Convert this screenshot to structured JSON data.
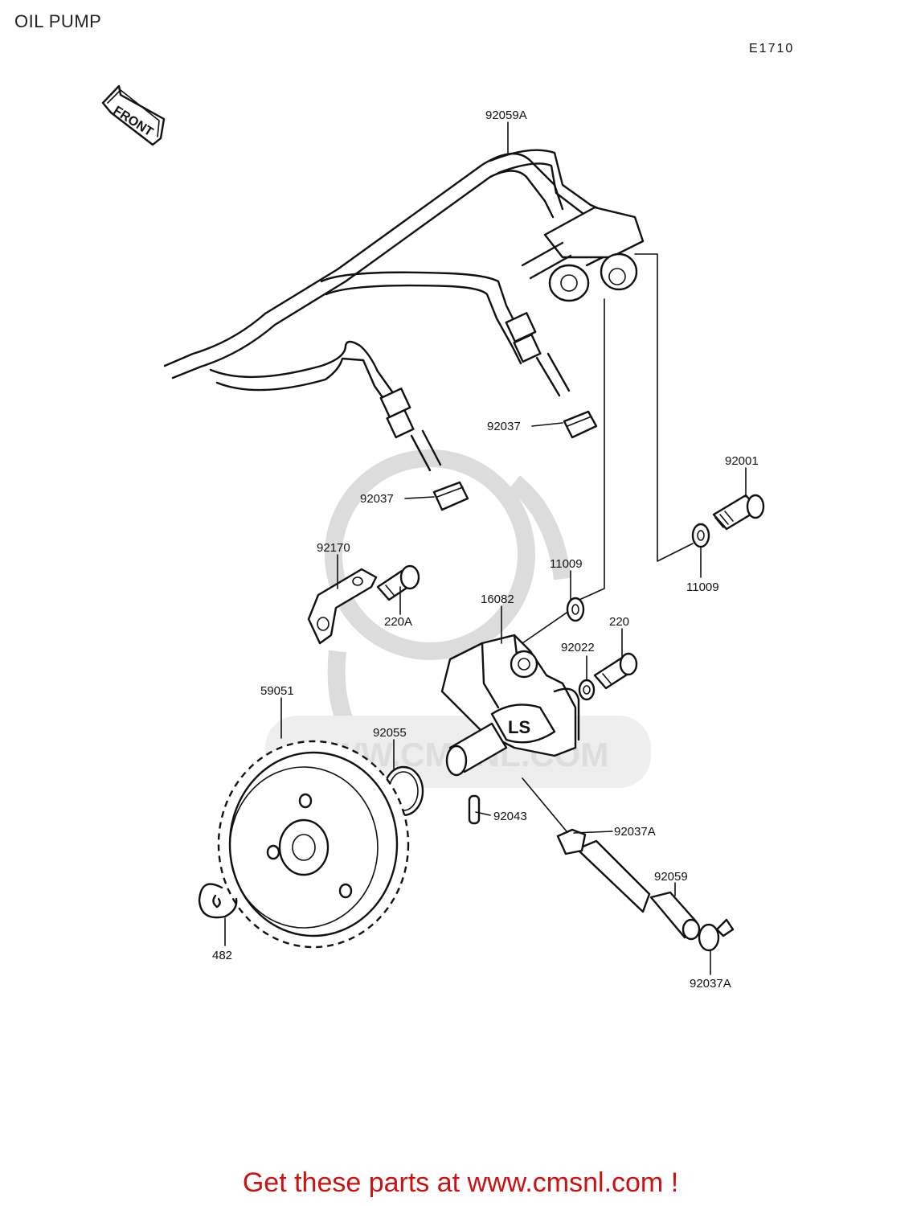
{
  "title": "OIL PUMP",
  "diagram_code": "E1710",
  "front_marker": "FRONT",
  "watermark_text": "WWW.CMSNL.COM",
  "footer": {
    "text_before": "Get these parts at ",
    "link_text": "www.cmsnl.com",
    "text_after": " !"
  },
  "colors": {
    "footer": "#cc1111",
    "line": "#111111",
    "watermark": "#dcdcdc"
  },
  "parts": [
    {
      "id": "p-92059A",
      "number": "92059A"
    },
    {
      "id": "p-92037-upper",
      "number": "92037"
    },
    {
      "id": "p-92037-lower",
      "number": "92037"
    },
    {
      "id": "p-92001",
      "number": "92001"
    },
    {
      "id": "p-92170",
      "number": "92170"
    },
    {
      "id": "p-220A",
      "number": "220A"
    },
    {
      "id": "p-11009-left",
      "number": "11009"
    },
    {
      "id": "p-11009-right",
      "number": "11009"
    },
    {
      "id": "p-16082",
      "number": "16082"
    },
    {
      "id": "p-220",
      "number": "220"
    },
    {
      "id": "p-92022",
      "number": "92022"
    },
    {
      "id": "p-59051",
      "number": "59051"
    },
    {
      "id": "p-92055",
      "number": "92055"
    },
    {
      "id": "p-92043",
      "number": "92043"
    },
    {
      "id": "p-92037A-upper",
      "number": "92037A"
    },
    {
      "id": "p-92059",
      "number": "92059"
    },
    {
      "id": "p-482",
      "number": "482"
    },
    {
      "id": "p-92037A-lower",
      "number": "92037A"
    }
  ]
}
